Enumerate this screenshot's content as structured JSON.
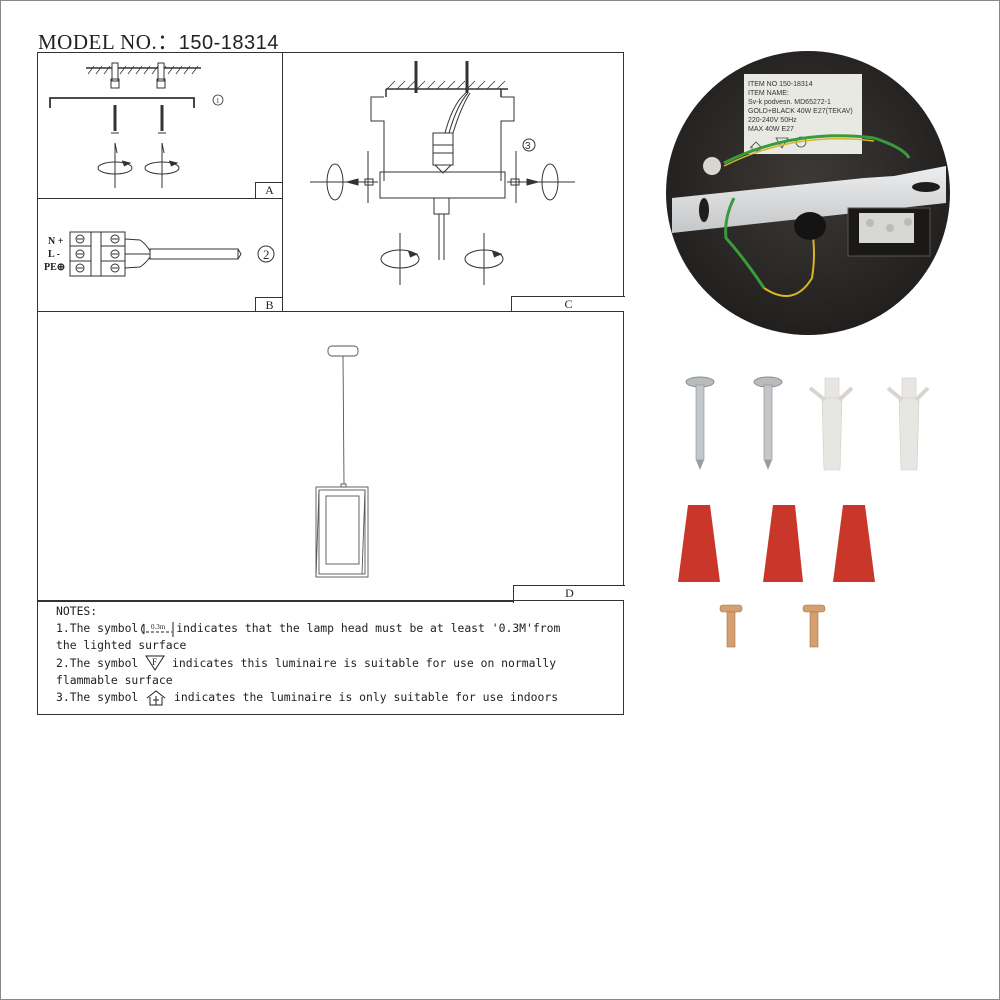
{
  "header": {
    "model_label": "MODEL NO.：",
    "model_number": "150-18314"
  },
  "diagram": {
    "panels": [
      {
        "id": "A",
        "label": "A",
        "step": "1",
        "description": "Fix ceiling plugs and screws, mount bracket"
      },
      {
        "id": "B",
        "label": "B",
        "step": "2",
        "description": "Terminal block wiring N / L / PE"
      },
      {
        "id": "C",
        "label": "C",
        "step": "3",
        "description": "Attach canopy to bracket with side screws"
      },
      {
        "id": "D",
        "label": "D",
        "step": "",
        "description": "Finished pendant lamp"
      }
    ],
    "terminal_labels": [
      "N +",
      "L -",
      "PE⊕"
    ]
  },
  "notes": {
    "title": "NOTES:",
    "items": [
      {
        "prefix": "1.The symbol",
        "symbol": "0.3m distance",
        "symbol_text": "0.3m",
        "text": "indicates that the lamp head must be at least '0.3M'from",
        "cont": "the lighted surface"
      },
      {
        "prefix": "2.The symbol ",
        "symbol": "F triangle",
        "symbol_text": "F",
        "text": " indicates this luminaire is suitable for use on normally",
        "cont": "flammable surface"
      },
      {
        "prefix": "3.The symbol ",
        "symbol": "indoor house",
        "symbol_text": "",
        "text": " indicates the luminaire is only suitable for use indoors",
        "cont": ""
      }
    ]
  },
  "product_photo": {
    "label_lines": [
      "ITEM NO 150-18314",
      "ITEM NAME:",
      "Sv-k podvesn. MD65272-1",
      "GOLD+BLACK 40W E27(TEKAV)",
      "220-240V 50Hz",
      "MAX 40W E27"
    ],
    "colors": {
      "canopy": "#2e2b29",
      "bracket": "#d9dadb",
      "wire_green": "#3a9a3c",
      "wire_yellow": "#d9b527"
    }
  },
  "accessories": {
    "items": [
      {
        "name": "wood screw",
        "count": 2,
        "color": "#b9bcbf"
      },
      {
        "name": "wall plug",
        "count": 2,
        "color": "#e8e6e2"
      },
      {
        "name": "wire connector",
        "count": 3,
        "color": "#c9362a"
      },
      {
        "name": "brass screw",
        "count": 2,
        "color": "#d4a070"
      }
    ]
  }
}
